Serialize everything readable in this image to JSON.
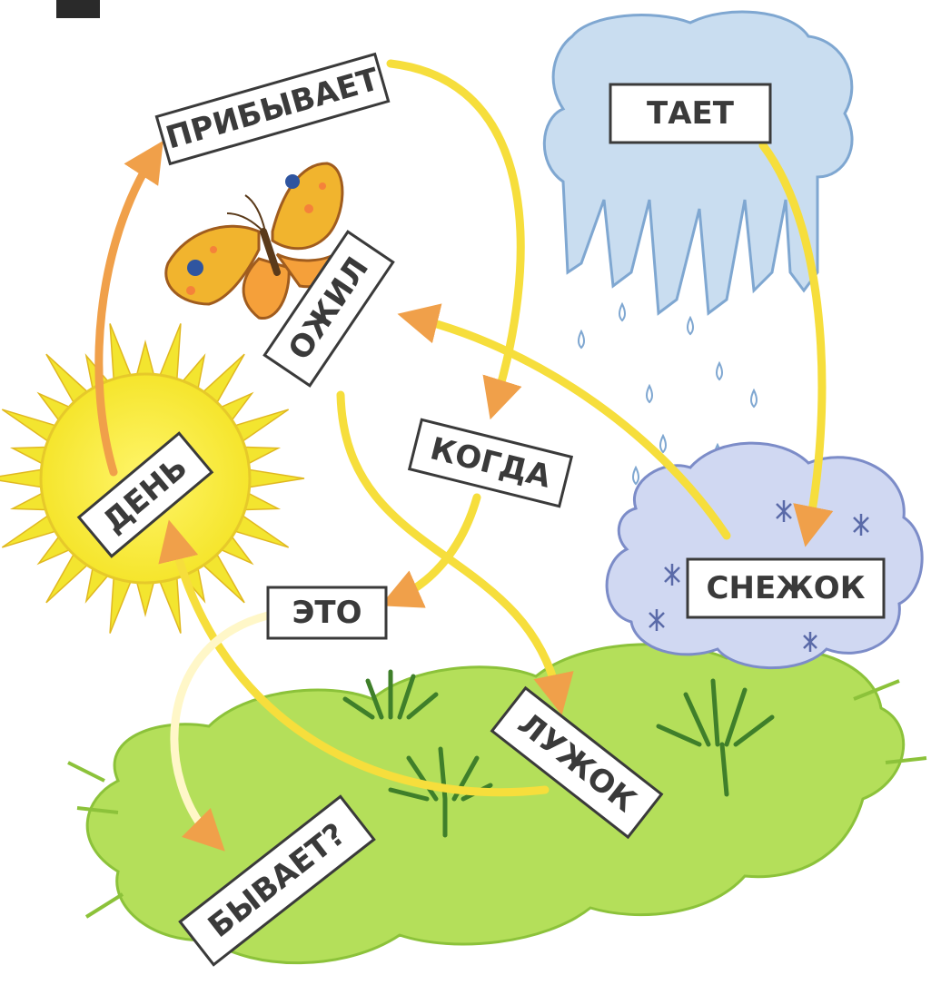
{
  "words": {
    "pribyvaet": "ПРИБЫВАЕТ",
    "taet": "ТАЕТ",
    "ozhil": "ОЖИЛ",
    "kogda": "КОГДА",
    "den": "ДЕНЬ",
    "eto": "ЭТО",
    "snezhok": "СНЕЖОК",
    "luzhok": "ЛУЖОК",
    "byvaet": "БЫВАЕТ?"
  },
  "colors": {
    "sun": "#f7ea3a",
    "sun_rays": "#f3e52f",
    "grass": "#b4df5a",
    "grass_tufts": "#3f7f2a",
    "cloud": "#c9ddf0",
    "cloud_edge": "#7fa7d1",
    "snow_cloud": "#d0d8f2",
    "arrow_yellow": "#f6de3c",
    "arrow_orange": "#f0a04a",
    "butterfly_wing": "#f1b42e",
    "butterfly_spots": "#2f55a0",
    "label_border": "#3a3a3a",
    "label_fill": "#ffffff"
  },
  "icons": [
    "sun-icon",
    "butterfly-icon",
    "rain-cloud-icon",
    "snow-cloud-icon",
    "meadow-icon",
    "grass-tuft-icon"
  ]
}
